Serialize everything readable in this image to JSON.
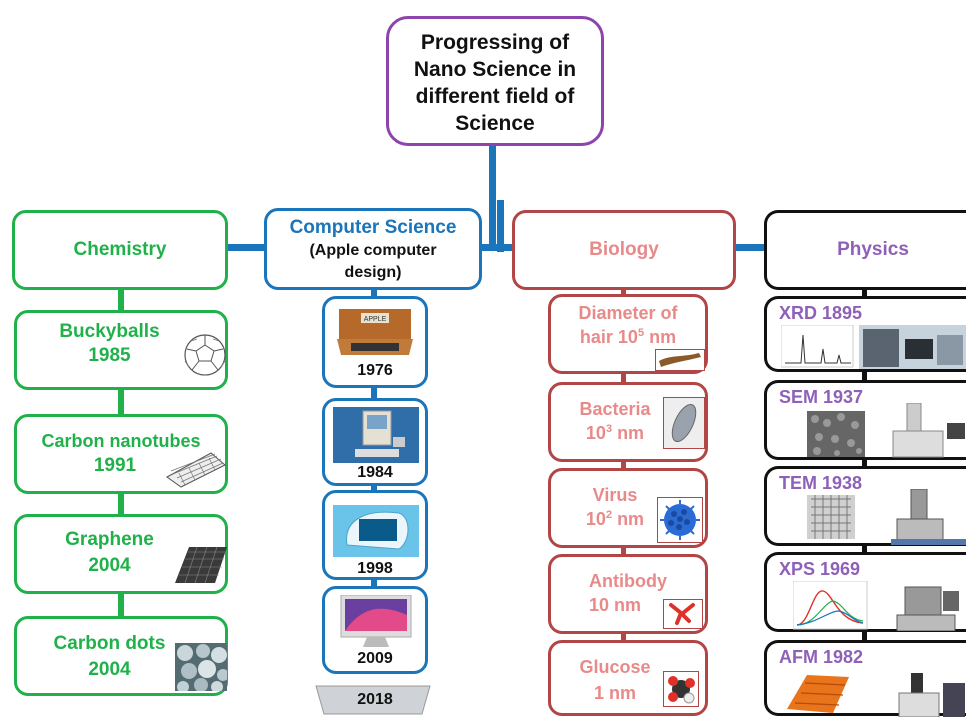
{
  "title": "Progressing of Nano Science in different field of Science",
  "colors": {
    "title_border": "#8e44ad",
    "connector": "#1b75bb",
    "chemistry": "#21b14b",
    "computer": "#1b75bb",
    "biology_border": "#b24646",
    "biology_text": "#e98a8a",
    "physics_border": "#111111",
    "physics_text": "#8e60b8"
  },
  "chemistry": {
    "header": "Chemistry",
    "items": [
      {
        "name": "Buckyballs",
        "year": "1985",
        "icon": "buckyball-icon"
      },
      {
        "name": "Carbon nanotubes",
        "year": "1991",
        "icon": "nanotube-icon"
      },
      {
        "name": "Graphene",
        "year": "2004",
        "icon": "graphene-icon"
      },
      {
        "name": "Carbon dots",
        "year": "2004",
        "icon": "carbon-dots-icon"
      }
    ]
  },
  "computer": {
    "header_line1": "Computer Science",
    "header_line2": "(Apple computer",
    "header_line3": "design)",
    "items": [
      {
        "year": "1976",
        "icon": "apple-1-computer-icon"
      },
      {
        "year": "1984",
        "icon": "macintosh-icon"
      },
      {
        "year": "1998",
        "icon": "imac-icon"
      },
      {
        "year": "2009",
        "icon": "imac-2009-icon"
      },
      {
        "year": "2018",
        "icon": "macbook-icon"
      }
    ]
  },
  "biology": {
    "header": "Biology",
    "items": [
      {
        "line1": "Diameter of",
        "line2": "hair 10",
        "sup": "5",
        "unit": " nm",
        "icon": "hair-icon"
      },
      {
        "line1": "Bacteria",
        "line2": "10",
        "sup": "3",
        "unit": " nm",
        "icon": "bacteria-icon"
      },
      {
        "line1": "Virus",
        "line2": "10",
        "sup": "2",
        "unit": " nm",
        "icon": "virus-icon"
      },
      {
        "line1": "Antibody",
        "line2": "10 nm",
        "sup": "",
        "unit": "",
        "icon": "antibody-icon"
      },
      {
        "line1": "Glucose",
        "line2": "1 nm",
        "sup": "",
        "unit": "",
        "icon": "glucose-icon"
      }
    ]
  },
  "physics": {
    "header": "Physics",
    "items": [
      {
        "label": "XRD 1895",
        "icon": "xrd-instrument-icon"
      },
      {
        "label": "SEM 1937",
        "icon": "sem-instrument-icon"
      },
      {
        "label": "TEM 1938",
        "icon": "tem-instrument-icon"
      },
      {
        "label": "XPS 1969",
        "icon": "xps-instrument-icon"
      },
      {
        "label": "AFM 1982",
        "icon": "afm-instrument-icon"
      }
    ]
  }
}
